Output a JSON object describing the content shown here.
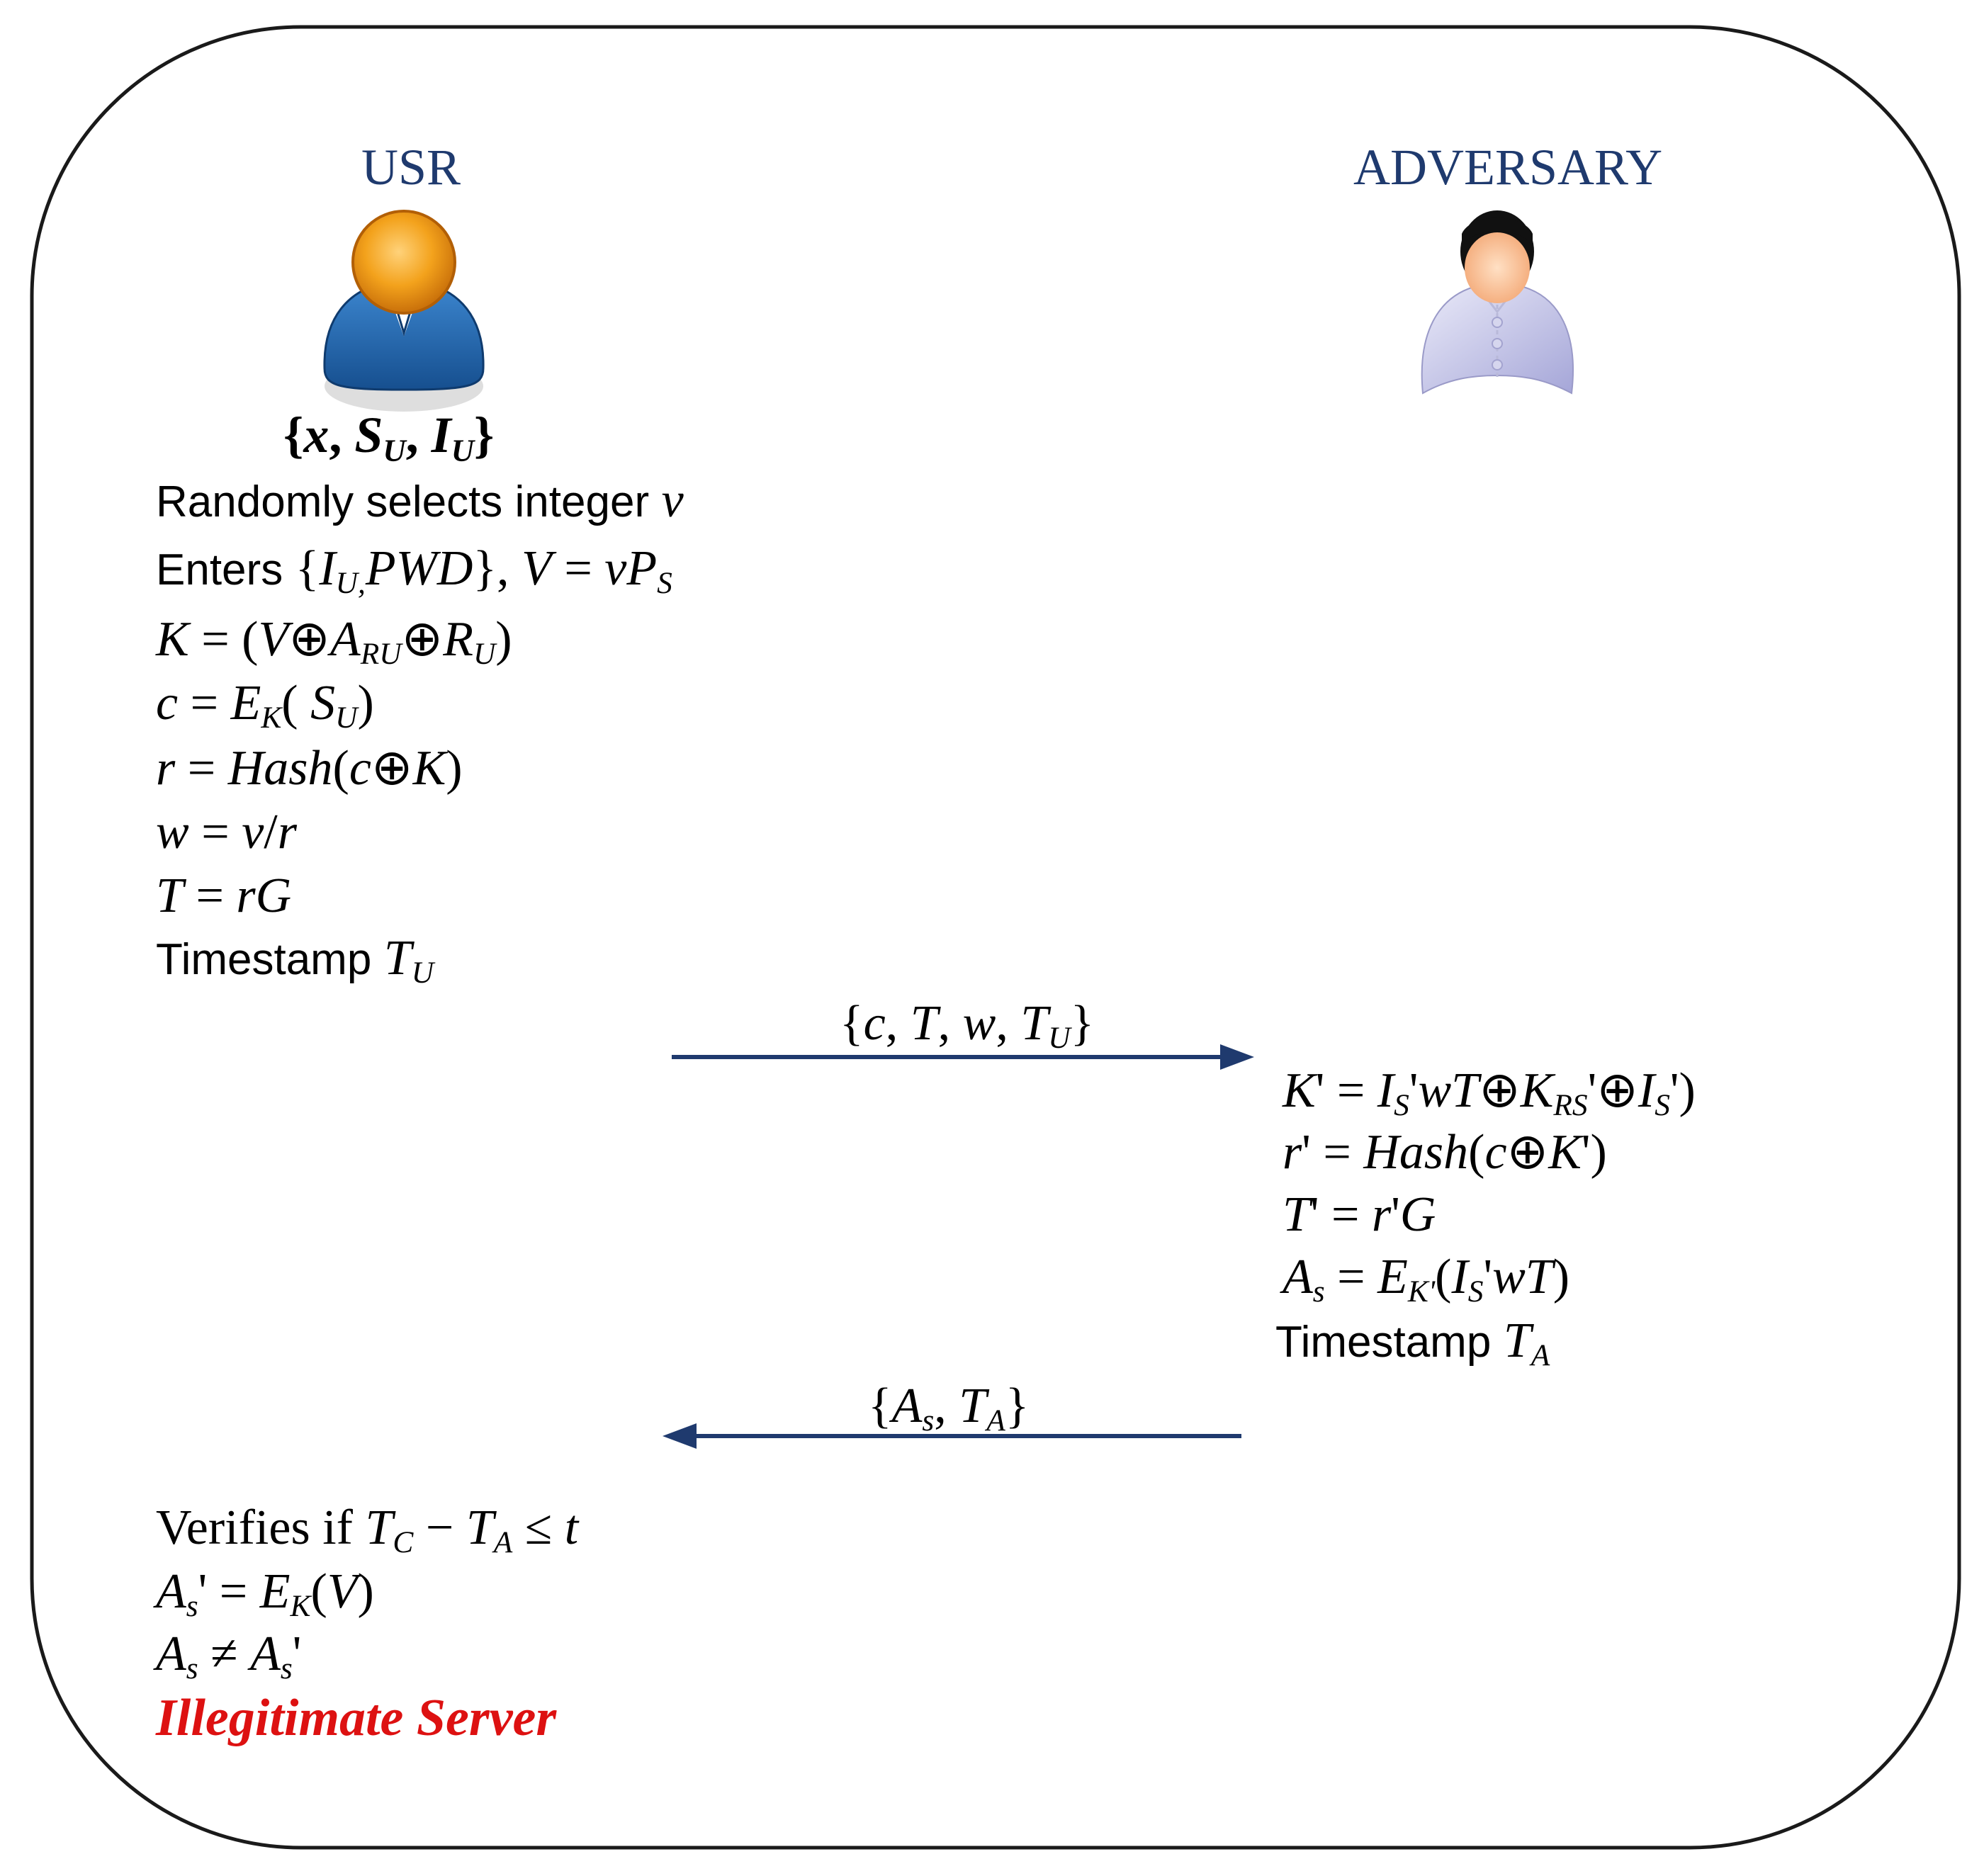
{
  "actors": {
    "user": {
      "label": "USR",
      "icon": "user-orange-head-icon"
    },
    "adversary": {
      "label": "ADVERSARY",
      "icon": "adversary-person-icon"
    }
  },
  "colors": {
    "actor_label": "#1f3a6e",
    "arrow": "#1f3a6e",
    "alert": "#dd1111",
    "frame": "#1a1a1a"
  },
  "user_steps": {
    "credentials": "{x, S_U, I_U}",
    "line1_text": "Randomly selects integer",
    "line1_math": "v",
    "line2_text": "Enters",
    "line2_math": "{I_U, PWD}, V = vP_S",
    "line3": "K = (V ⊕ A_RU ⊕ R_U)",
    "line4": "c = E_K( S_U)",
    "line5": "r = Hash(c ⊕ K)",
    "line6": "w = v/r",
    "line7": "T = rG",
    "line8_text": "Timestamp",
    "line8_math": "T_U"
  },
  "message1": "{c, T, w, T_U}",
  "adversary_steps": {
    "line1": "K' = I_S'wT ⊕ K_RS' ⊕ I_S')",
    "line2": "r' = Hash(c ⊕ K')",
    "line3": "T' = r'G",
    "line4": "A_s = E_K'(I_S'wT)",
    "line5_text": "Timestamp",
    "line5_math": "T_A"
  },
  "message2": "{A_s, T_A}",
  "verify_steps": {
    "line1_text": "Verifies if",
    "line1_math": "T_C − T_A ≤ t",
    "line2": "A_s' = E_K(V)",
    "line3": "A_s ≠ A_s'",
    "result": "Illegitimate Server"
  }
}
